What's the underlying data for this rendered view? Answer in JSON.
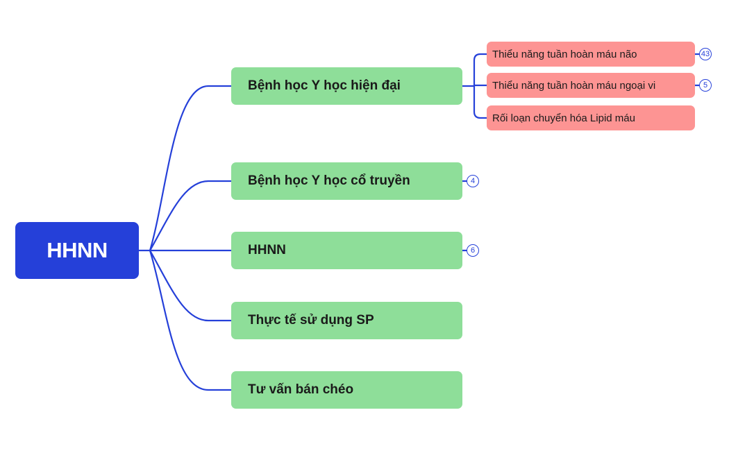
{
  "colors": {
    "root_fill": "#2540d9",
    "main_fill": "#8ede99",
    "sub_fill": "#fd9493",
    "link": "#2540d9",
    "text": "#1a1a1a"
  },
  "root": {
    "label": "HHNN"
  },
  "branches": [
    {
      "label": "Bệnh học Y học hiện đại",
      "children": [
        {
          "label": "Thiểu năng tuần hoàn máu não",
          "collapsed_count": "43"
        },
        {
          "label": "Thiểu năng tuần hoàn máu ngoại vi",
          "collapsed_count": "5"
        },
        {
          "label": "Rối loạn chuyển hóa Lipid máu"
        }
      ]
    },
    {
      "label": "Bệnh học Y học cổ truyền",
      "collapsed_count": "4"
    },
    {
      "label": "HHNN",
      "collapsed_count": "6"
    },
    {
      "label": "Thực tế sử dụng SP"
    },
    {
      "label": "Tư vấn bán chéo"
    }
  ]
}
